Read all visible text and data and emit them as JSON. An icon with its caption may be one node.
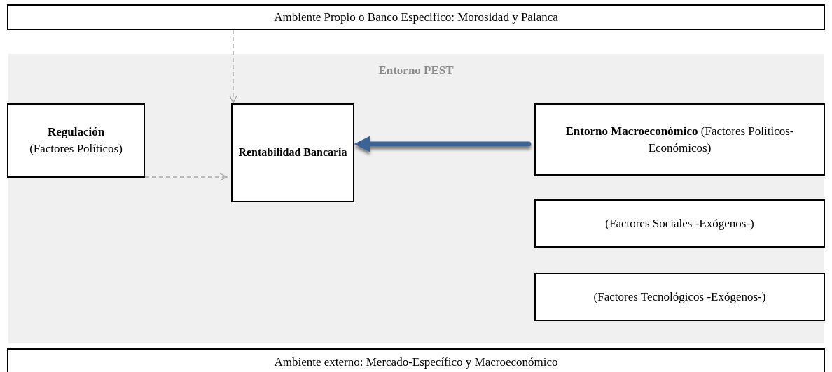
{
  "diagram": {
    "nodes": [
      {
        "text": [
          "Ambiente Propio o Banco Especifico: Morosidad y Palanca"
        ]
      },
      {
        "text": [
          "Entorno PEST"
        ]
      },
      {
        "text": [
          "Regulación",
          "(Factores Políticos)"
        ],
        "in": 1
      },
      {
        "text": [
          "Rentabilidad Bancaria"
        ],
        "in": 1
      },
      {
        "text": [
          "**Entorno Macroeconómico** (Factores Políticos- Económicos)"
        ],
        "in": 1
      },
      {
        "text": [
          "(Factores Sociales -Exógenos-)"
        ],
        "in": 1
      },
      {
        "text": [
          "(Factores Tecnológicos -Exógenos-)"
        ],
        "in": 1
      },
      {
        "text": [
          "Ambiente externo: Mercado-Específico y Macroeconómico"
        ]
      }
    ],
    "edges": [
      {
        "from": 0,
        "to": 3,
        "arrow": "to",
        "style": "dashed"
      },
      {
        "from": 2,
        "to": 3,
        "arrow": "to",
        "style": "dashed"
      },
      {
        "from": 4,
        "to": 3,
        "arrow": "to",
        "style": "thick",
        "color": "#3c6494"
      }
    ]
  }
}
